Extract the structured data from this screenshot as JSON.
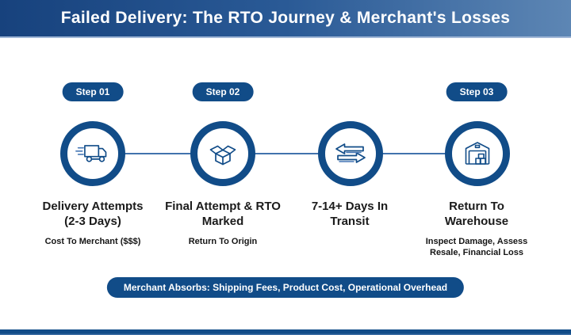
{
  "header": {
    "title": "Failed Delivery: The RTO Journey & Merchant's Losses"
  },
  "colors": {
    "primary_blue": "#114c88",
    "header_gradient_left": "#17427d",
    "header_gradient_right": "#5d86b4",
    "line_blue": "#4273ad",
    "icon_accent": "#4577b5",
    "text_dark": "#1b1b1b",
    "background": "#ffffff"
  },
  "steps": [
    {
      "badge": "Step 01",
      "icon": "delivery-truck-icon",
      "title_lines": [
        "Delivery Attempts",
        "(2-3 Days)"
      ],
      "subtitle_lines": [
        "Cost To Merchant ($$$)"
      ]
    },
    {
      "badge": "Step 02",
      "icon": "open-box-icon",
      "title_lines": [
        "Final Attempt & RTO",
        "Marked"
      ],
      "subtitle_lines": [
        "Return To Origin"
      ]
    },
    {
      "badge": "",
      "icon": "transfer-arrows-icon",
      "title_lines": [
        "7-14+ Days In",
        "Transit"
      ],
      "subtitle_lines": []
    },
    {
      "badge": "Step 03",
      "icon": "warehouse-icon",
      "title_lines": [
        "Return To",
        "Warehouse"
      ],
      "subtitle_lines": [
        "Inspect Damage, Assess",
        "Resale, Financial Loss"
      ]
    }
  ],
  "footer": {
    "pill_text": "Merchant Absorbs: Shipping Fees, Product Cost, Operational Overhead"
  }
}
